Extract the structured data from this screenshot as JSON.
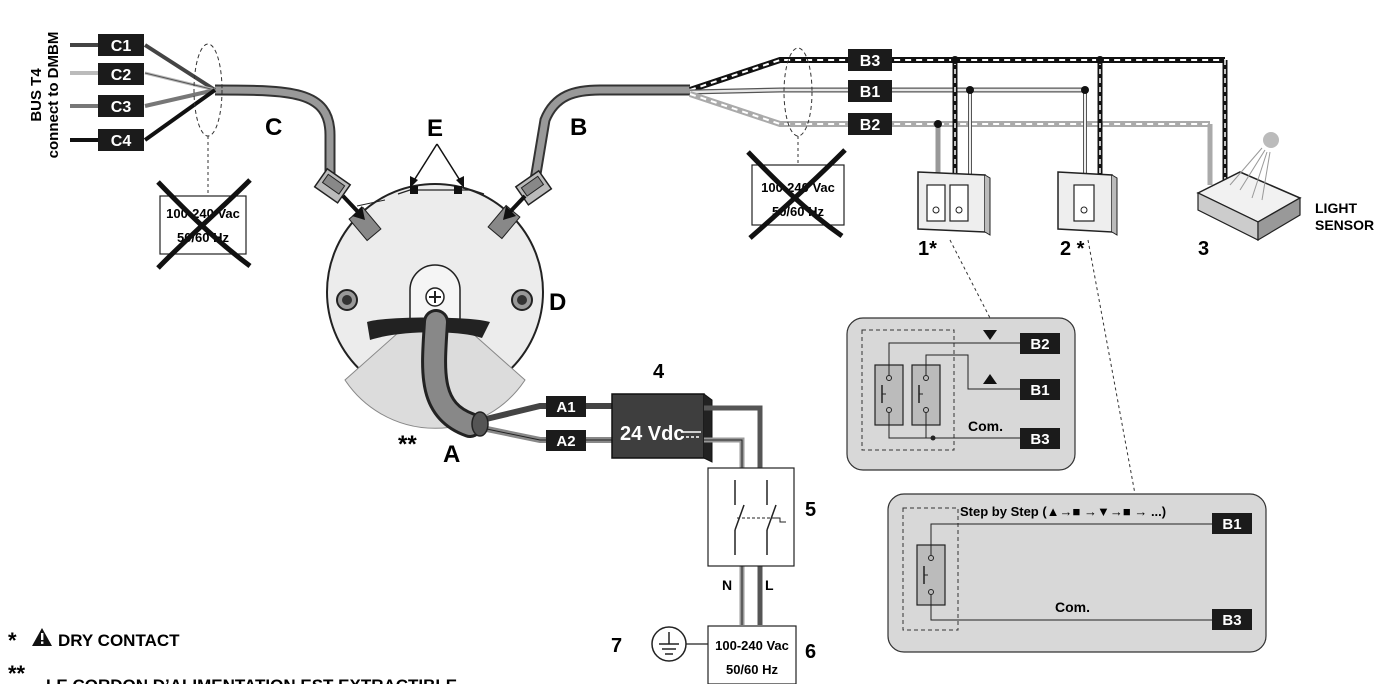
{
  "cable_tags": {
    "c1": "C1",
    "c2": "C2",
    "c3": "C3",
    "c4": "C4",
    "b1": "B1",
    "b2": "B2",
    "b3": "B3",
    "a1": "A1",
    "a2": "A2"
  },
  "bus_label": {
    "line1": "BUS T4",
    "line2": "connect to DMBM"
  },
  "letters": {
    "a": "A",
    "b": "B",
    "c": "C",
    "d": "D",
    "e": "E",
    "a_prefix": "**"
  },
  "numbers": {
    "n1": "1*",
    "n2": "2 *",
    "n3": "3",
    "n4": "4",
    "n5": "5",
    "n6": "6",
    "n7": "7"
  },
  "crossed_voltage": {
    "line1": "100-240 Vac",
    "line2": "50/60 Hz"
  },
  "light_sensor": {
    "line1": "LIGHT",
    "line2": "SENSOR"
  },
  "power_supply": {
    "label": "24 Vdc"
  },
  "mains": {
    "n": "N",
    "l": "L",
    "line1": "100-240 Vac",
    "line2": "50/60 Hz"
  },
  "detail_1": {
    "tag_b2": "B2",
    "tag_b1": "B1",
    "tag_b3": "B3",
    "com": "Com."
  },
  "detail_2": {
    "step_label": "Step by Step (▲→■ →▼→■ → ...)",
    "tag_b1": "B1",
    "tag_b3": "B3",
    "com": "Com."
  },
  "notes": {
    "note1_mark": "*",
    "note1_text": "DRY CONTACT",
    "note2_mark": "**",
    "note2_text": "LE CORDON D’ALIMENTATION EST EXTRACTIBLE"
  }
}
